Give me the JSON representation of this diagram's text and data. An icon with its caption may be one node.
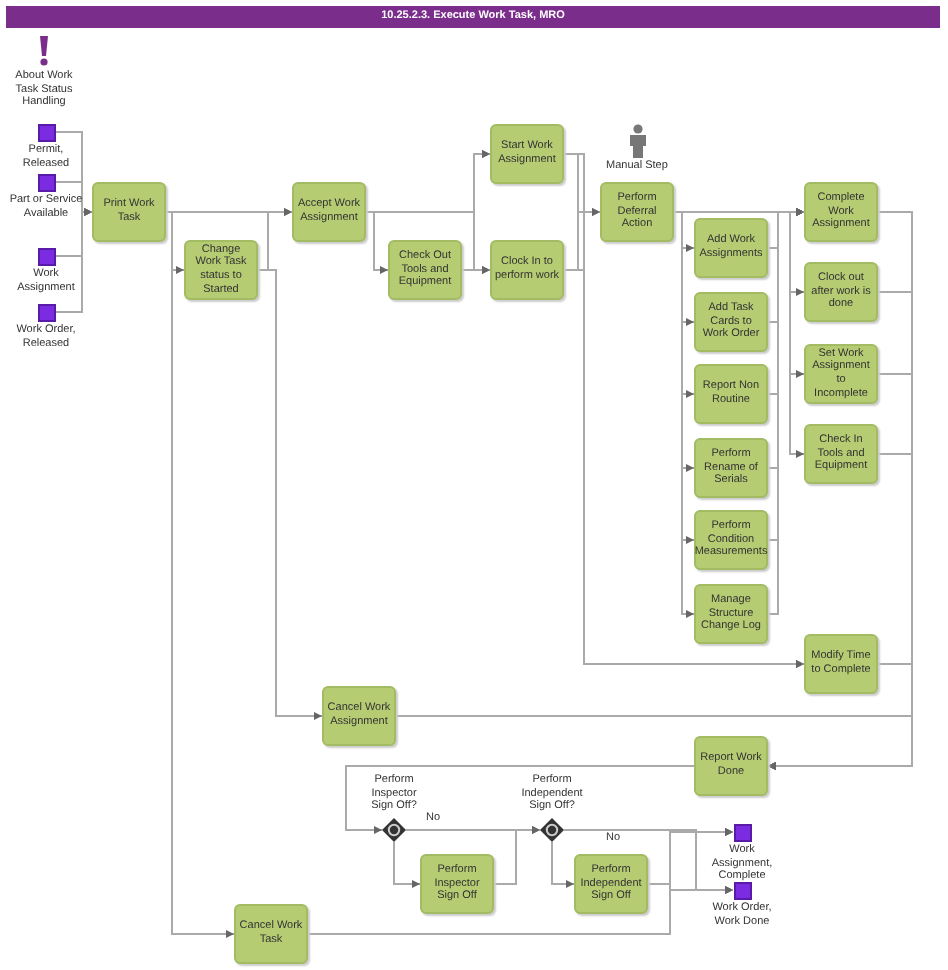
{
  "diagram": {
    "title": "10.25.2.3. Execute Work Task, MRO",
    "nodes": [
      {
        "text": [
          "Permit, Released"
        ]
      },
      {
        "text": [
          "Part or Service Available"
        ]
      },
      {
        "text": [
          "Work Assignment"
        ]
      },
      {
        "text": [
          "Work Order, Released"
        ]
      },
      {
        "text": [
          "Print Work Task"
        ]
      },
      {
        "text": [
          "Change Work Task status to Started"
        ]
      },
      {
        "text": [
          "Accept Work Assignment"
        ]
      },
      {
        "text": [
          "Check Out Tools and Equipment"
        ]
      },
      {
        "text": [
          "Start Work Assignment"
        ]
      },
      {
        "text": [
          "Clock In to perform work"
        ]
      },
      {
        "text": [
          "Perform Deferral Action"
        ],
        "beside": [
          "Manual Step"
        ]
      },
      {
        "text": [
          "Add Work Assignments"
        ]
      },
      {
        "text": [
          "Add Task Cards to Work Order"
        ]
      },
      {
        "text": [
          "Report Non Routine"
        ]
      },
      {
        "text": [
          "Perform Rename of Serials"
        ]
      },
      {
        "text": [
          "Perform Condition Measurements"
        ]
      },
      {
        "text": [
          "Manage Structure Change Log"
        ]
      },
      {
        "text": [
          "Complete Work Assignment"
        ]
      },
      {
        "text": [
          "Clock out after work is done"
        ]
      },
      {
        "text": [
          "Set Work Assignment to Incomplete"
        ]
      },
      {
        "text": [
          "Check In Tools and Equipment"
        ]
      },
      {
        "text": [
          "Modify Time to Complete"
        ]
      },
      {
        "text": [
          "Cancel Work Assignment"
        ]
      },
      {
        "text": [
          "Report Work Done"
        ]
      },
      {
        "text": [
          "Perform Inspector Sign Off?"
        ]
      },
      {
        "text": [
          "Perform Inspector Sign Off"
        ]
      },
      {
        "text": [
          "Perform Independent Sign Off?"
        ]
      },
      {
        "text": [
          "Perform Independent Sign Off"
        ]
      },
      {
        "text": [
          "Work Assignment, Complete"
        ]
      },
      {
        "text": [
          "Work Order, Work Done"
        ]
      },
      {
        "text": [
          "Cancel Work Task"
        ]
      }
    ],
    "edges": [
      {
        "from": 0,
        "to": 4,
        "arrow": "to"
      },
      {
        "from": 1,
        "to": 4,
        "arrow": "to"
      },
      {
        "from": 2,
        "to": 4,
        "arrow": "to"
      },
      {
        "from": 3,
        "to": 4,
        "arrow": "to"
      },
      {
        "from": 4,
        "to": 5,
        "arrow": "to"
      },
      {
        "from": 4,
        "to": 6,
        "arrow": "to"
      },
      {
        "from": 4,
        "to": 30,
        "arrow": "to"
      },
      {
        "from": 5,
        "to": 6,
        "arrow": "to"
      },
      {
        "from": 5,
        "to": 22,
        "arrow": "to"
      },
      {
        "from": 6,
        "to": 7,
        "arrow": "to"
      },
      {
        "from": 6,
        "to": 8,
        "arrow": "to"
      },
      {
        "from": 6,
        "to": 9,
        "arrow": "to"
      },
      {
        "from": 7,
        "to": 8,
        "arrow": "to"
      },
      {
        "from": 7,
        "to": 9,
        "arrow": "to"
      },
      {
        "from": 8,
        "to": 10,
        "arrow": "to"
      },
      {
        "from": 9,
        "to": 10,
        "arrow": "to"
      },
      {
        "from": 8,
        "to": 21,
        "arrow": "to"
      },
      {
        "from": 9,
        "to": 21,
        "arrow": "to"
      },
      {
        "from": 10,
        "to": 11,
        "arrow": "to"
      },
      {
        "from": 10,
        "to": 12,
        "arrow": "to"
      },
      {
        "from": 10,
        "to": 13,
        "arrow": "to"
      },
      {
        "from": 10,
        "to": 14,
        "arrow": "to"
      },
      {
        "from": 10,
        "to": 15,
        "arrow": "to"
      },
      {
        "from": 10,
        "to": 16,
        "arrow": "to"
      },
      {
        "from": 10,
        "to": 17,
        "arrow": "to"
      },
      {
        "from": 10,
        "to": 18,
        "arrow": "to"
      },
      {
        "from": 10,
        "to": 19,
        "arrow": "to"
      },
      {
        "from": 10,
        "to": 20,
        "arrow": "to"
      },
      {
        "from": 11,
        "to": 17,
        "arrow": "to"
      },
      {
        "from": 12,
        "to": 17,
        "arrow": "to"
      },
      {
        "from": 13,
        "to": 17,
        "arrow": "to"
      },
      {
        "from": 14,
        "to": 17,
        "arrow": "to"
      },
      {
        "from": 15,
        "to": 17,
        "arrow": "to"
      },
      {
        "from": 16,
        "to": 17,
        "arrow": "to"
      },
      {
        "from": 17,
        "to": 23,
        "arrow": "to"
      },
      {
        "from": 18,
        "to": 23,
        "arrow": "to"
      },
      {
        "from": 19,
        "to": 23,
        "arrow": "to"
      },
      {
        "from": 20,
        "to": 23,
        "arrow": "to"
      },
      {
        "from": 21,
        "to": 23,
        "arrow": "to"
      },
      {
        "from": 22,
        "to": 23,
        "arrow": "to"
      },
      {
        "from": 23,
        "to": 24,
        "arrow": "to"
      },
      {
        "from": 24,
        "to": 25,
        "arrow": "to"
      },
      {
        "from": 24,
        "to": 26,
        "arrow": "to",
        "label": "No"
      },
      {
        "from": 25,
        "to": 26,
        "arrow": "to"
      },
      {
        "from": 26,
        "to": 27,
        "arrow": "to"
      },
      {
        "from": 26,
        "to": 28,
        "arrow": "to",
        "label": "No"
      },
      {
        "from": 26,
        "to": 29,
        "arrow": "to"
      },
      {
        "from": 27,
        "to": 28,
        "arrow": "to"
      },
      {
        "from": 27,
        "to": 29,
        "arrow": "to"
      },
      {
        "from": 30,
        "to": 28,
        "arrow": "to"
      },
      {
        "from": 30,
        "to": 29,
        "arrow": "to"
      }
    ],
    "labels": [
      "About Work Task Status Handling"
    ]
  }
}
